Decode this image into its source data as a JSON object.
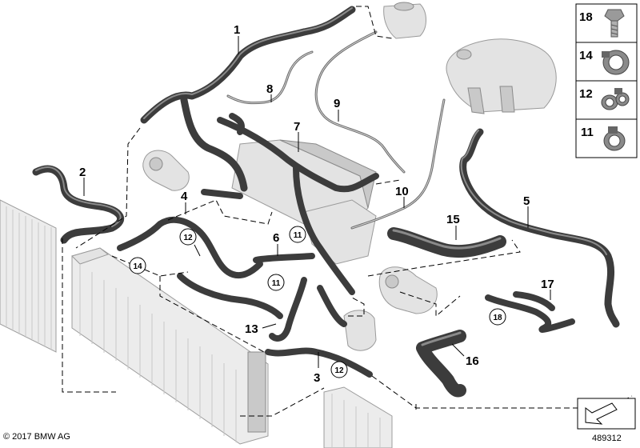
{
  "labels": {
    "l1": "1",
    "l2": "2",
    "l3": "3",
    "l4": "4",
    "l5": "5",
    "l6": "6",
    "l7": "7",
    "l8": "8",
    "l9": "9",
    "l10": "10",
    "l13": "13",
    "l15": "15",
    "l16": "16",
    "l17": "17"
  },
  "circled": {
    "c11a": "11",
    "c11b": "11",
    "c12a": "12",
    "c12b": "12",
    "c14": "14",
    "c18": "18"
  },
  "legend": {
    "item18": "18",
    "item14": "14",
    "item12": "12",
    "item11": "11"
  },
  "copyright": "© 2017 BMW AG",
  "image_number": "489312"
}
